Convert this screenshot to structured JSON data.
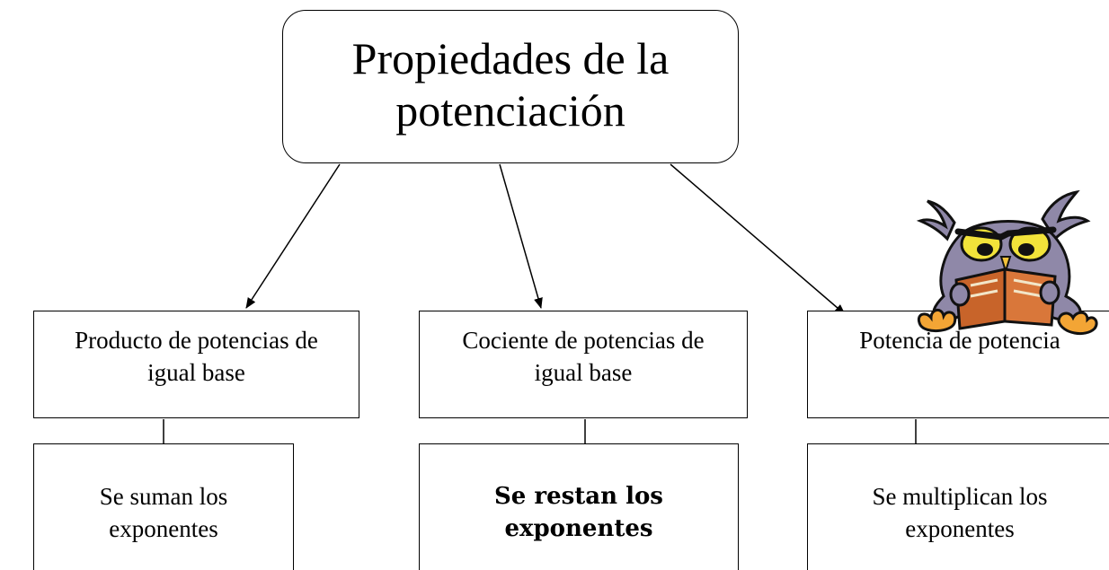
{
  "root": {
    "title": "Propiedades de la potenciación"
  },
  "properties": [
    {
      "name": "Producto de potencias de igual base",
      "rule": "Se suman los exponentes"
    },
    {
      "name": "Cociente de potencias de igual base",
      "rule": "Se restan los exponentes"
    },
    {
      "name": "Potencia de potencia",
      "rule": "Se multiplican los exponentes"
    }
  ],
  "illustration": {
    "icon": "owl-reading-book-icon"
  },
  "colors": {
    "line": "#000000",
    "owl_body": "#8f88a8",
    "owl_eyes": "#f2e33a",
    "book": "#c8642a",
    "feet": "#f3a535"
  }
}
